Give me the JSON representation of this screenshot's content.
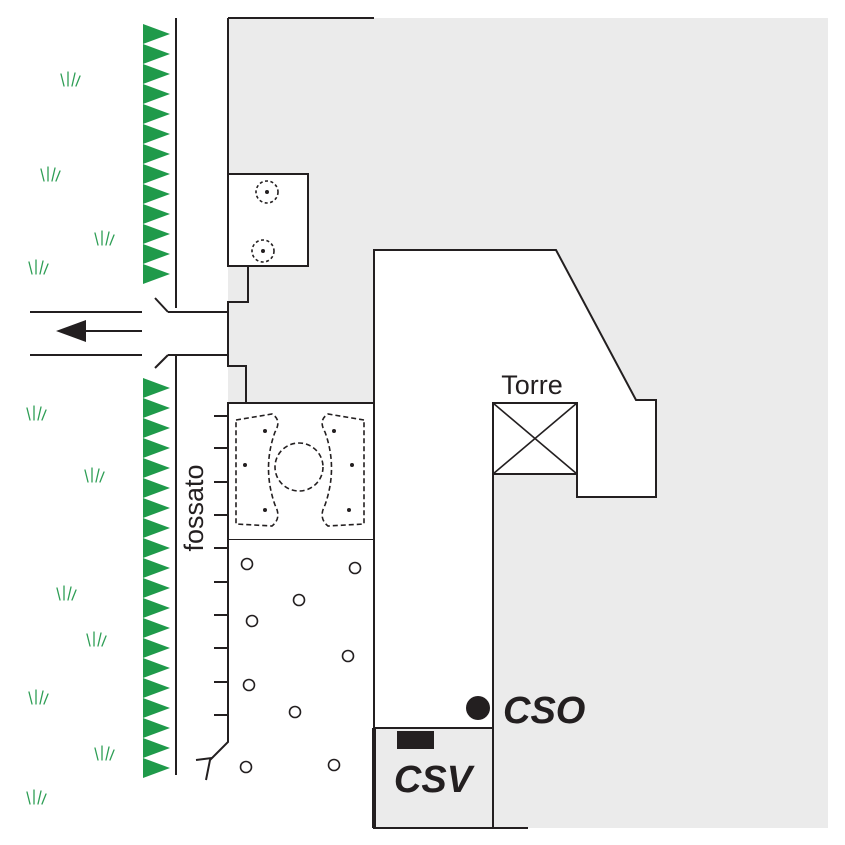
{
  "labels": {
    "torre": "Torre",
    "fossato": "fossato",
    "cso": "CSO",
    "csv": "CSV"
  },
  "colors": {
    "courtyard": "#ebebeb",
    "ink": "#231f20",
    "hedge": "#1f9a4a",
    "grass": "#2e9e55"
  },
  "icons": {
    "exit_arrow": "arrow-left-icon",
    "tower_mark": "cross-box-icon",
    "grass_tuft": "grass-tuft-icon"
  }
}
